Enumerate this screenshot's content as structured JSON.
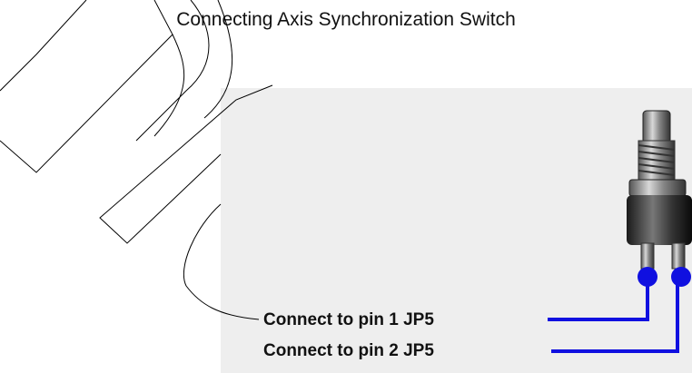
{
  "title": "Connecting Axis Synchronization Switch",
  "labels": {
    "pin1": "Connect to pin 1 JP5",
    "pin2": "Connect to pin 2 JP5"
  },
  "colors": {
    "wire": "#1010e0",
    "outline": "#000000",
    "panel": "#eeeeee",
    "text": "#111111"
  }
}
